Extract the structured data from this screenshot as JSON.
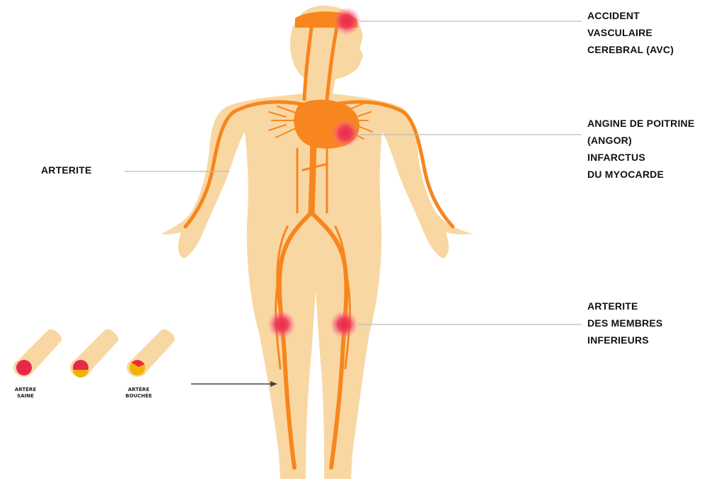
{
  "labels": {
    "avc": [
      "ACCIDENT",
      "VASCULAIRE",
      "CEREBRAL (AVC)"
    ],
    "angine": [
      "ANGINE DE POITRINE",
      "(ANGOR)",
      "INFARCTUS",
      "DU MYOCARDE"
    ],
    "arterite_bras": [
      "ARTERITE"
    ],
    "arterite_membres": [
      "ARTERITE",
      "DES MEMBRES",
      "INFERIEURS"
    ]
  },
  "artery_insets": {
    "saine": [
      "ARTÈRE",
      "SAINE"
    ],
    "bouchee": [
      "ARTÈRE",
      "BOUCHÉE"
    ]
  },
  "colors": {
    "skin": "#f9d7a3",
    "artery": "#f7861e",
    "lesion": "#e8284a",
    "plaque": "#f3b400",
    "leader_line": "#bbbbbb"
  }
}
